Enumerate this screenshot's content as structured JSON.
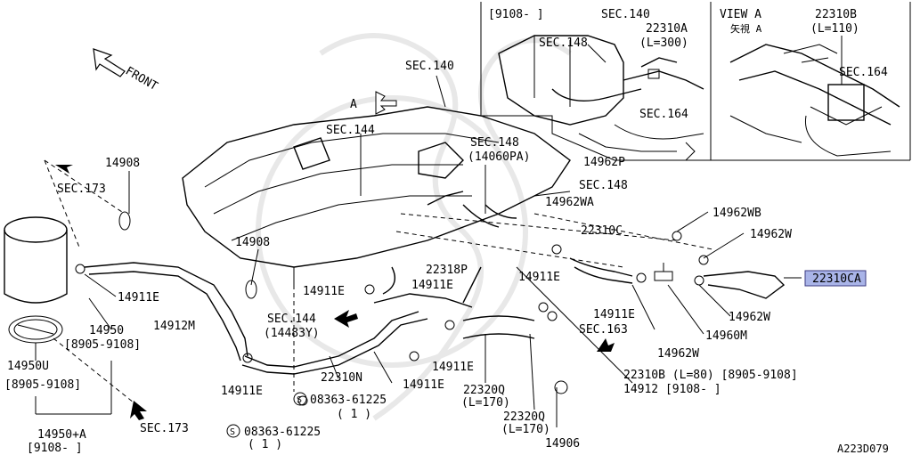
{
  "labels": {
    "sec140_top": "SEC.140",
    "sec140_inset": "SEC.140",
    "bracket_9108": "[9108-   ]",
    "sec148_inset": "SEC.148",
    "p22310A": "22310A",
    "l300": "(L=300)",
    "sec164_inset1": "SEC.164",
    "p14962P": "14962P",
    "view_a": "VIEW  A",
    "view_a_jp": "矢視  A",
    "p22310B_top": "22310B",
    "l110": "(L=110)",
    "sec164_inset2": "SEC.164",
    "front": "FRONT",
    "a_marker": "A",
    "sec144_upper": "SEC.144",
    "sec148_14060": "SEC.148",
    "p14060PA": "(14060PA)",
    "sec148_right": "SEC.148",
    "p14962WA": "14962WA",
    "p14962WB": "14962WB",
    "p22310C": "22310C",
    "p14962W_1": "14962W",
    "p22310CA": "22310CA",
    "p14962W_2": "14962W",
    "p14960M": "14960M",
    "p14962W_3": "14962W",
    "sec163": "SEC.163",
    "p14911E_r1": "14911E",
    "p14911E_r2": "14911E",
    "p22310B_L80": "22310B (L=80) [8905-9108]",
    "p14912_9108": "14912 [9108-   ]",
    "p22318P": "22318P",
    "p14911E_c1": "14911E",
    "p14911E_c2": "14911E",
    "sec144_lower": "SEC.144",
    "p14483Y": "(14483Y)",
    "p22310N": "22310N",
    "p14911E_c3": "14911E",
    "p14911E_c4": "14911E",
    "p22320Q_1": "22320Q",
    "l170_1": "(L=170)",
    "p22320Q_2": "22320Q",
    "l170_2": "(L=170)",
    "p14906": "14906",
    "bolt1": "08363-61225",
    "bolt1_qty": "( 1 )",
    "bolt2": "08363-61225",
    "bolt2_qty": "( 1 )",
    "s_mark": "S",
    "p14908_top": "14908",
    "p14908_mid": "14908",
    "sec173_top": "SEC.173",
    "sec173_bottom": "SEC.173",
    "p14911E_left": "14911E",
    "p14950": "14950",
    "p14950_range": "[8905-9108]",
    "p14912M": "14912M",
    "p14950U": "14950U",
    "p14950U_range": "[8905-9108]",
    "p14911E_bl": "14911E",
    "p14950A": "14950+A",
    "p14950A_range": "[9108-   ]",
    "drawing_code": "A223D079"
  },
  "highlight_color": "#a9b4e8"
}
